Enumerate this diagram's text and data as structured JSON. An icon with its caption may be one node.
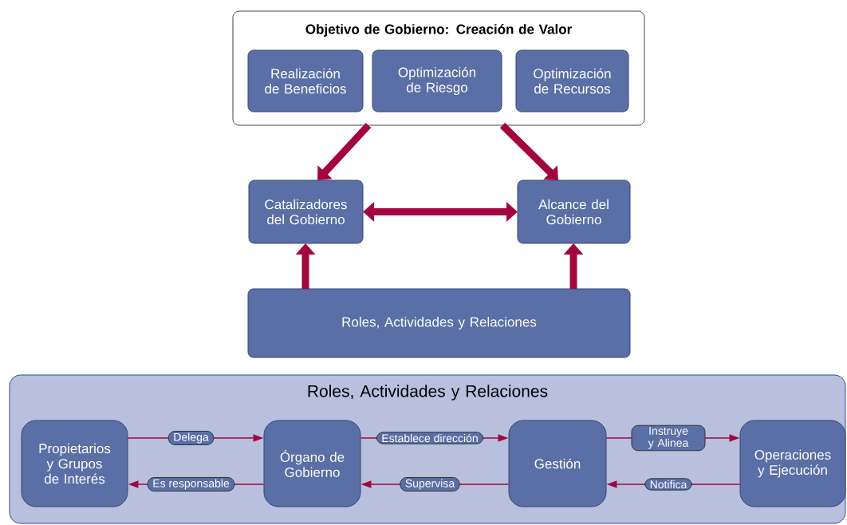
{
  "diagram": {
    "nodes": [
      {
        "text": [
          "Objetivo de Gobierno: Creación de Valor"
        ]
      },
      {
        "text": [
          "Realización de Beneficios"
        ],
        "in": 0
      },
      {
        "text": [
          "Optimización de Riesgo"
        ],
        "in": 0
      },
      {
        "text": [
          "Optimización de Recursos"
        ],
        "in": 0
      },
      {
        "text": [
          "Catalizadores del Gobierno"
        ]
      },
      {
        "text": [
          "Alcance del Gobierno"
        ]
      },
      {
        "text": [
          "Roles, Actividades y Relaciones"
        ]
      },
      {
        "text": [
          "Roles, Actividades y Relaciones"
        ]
      },
      {
        "text": [
          "Propietarios y Grupos de Interés"
        ],
        "in": 7
      },
      {
        "text": [
          "Órgano de Gobierno"
        ],
        "in": 7
      },
      {
        "text": [
          "Gestión"
        ],
        "in": 7
      },
      {
        "text": [
          "Operaciones y Ejecución"
        ],
        "in": 7
      }
    ],
    "edges": [
      {
        "from": 0,
        "to": 4,
        "arrow": "to",
        "style": "thick"
      },
      {
        "from": 0,
        "to": 5,
        "arrow": "to",
        "style": "thick"
      },
      {
        "from": 4,
        "to": 5,
        "arrow": "both",
        "style": "thick"
      },
      {
        "from": 6,
        "to": 4,
        "arrow": "to",
        "style": "thick"
      },
      {
        "from": 6,
        "to": 5,
        "arrow": "to",
        "style": "thick"
      },
      {
        "from": 8,
        "to": 9,
        "arrow": "to",
        "label": "Delega"
      },
      {
        "from": 9,
        "to": 8,
        "arrow": "to",
        "label": "Es responsable"
      },
      {
        "from": 9,
        "to": 10,
        "arrow": "to",
        "label": "Establece dirección"
      },
      {
        "from": 10,
        "to": 9,
        "arrow": "to",
        "label": "Supervisa"
      },
      {
        "from": 10,
        "to": 11,
        "arrow": "to",
        "label": "Instruye y Alinea"
      },
      {
        "from": 11,
        "to": 10,
        "arrow": "to",
        "label": "Notifica"
      }
    ]
  }
}
